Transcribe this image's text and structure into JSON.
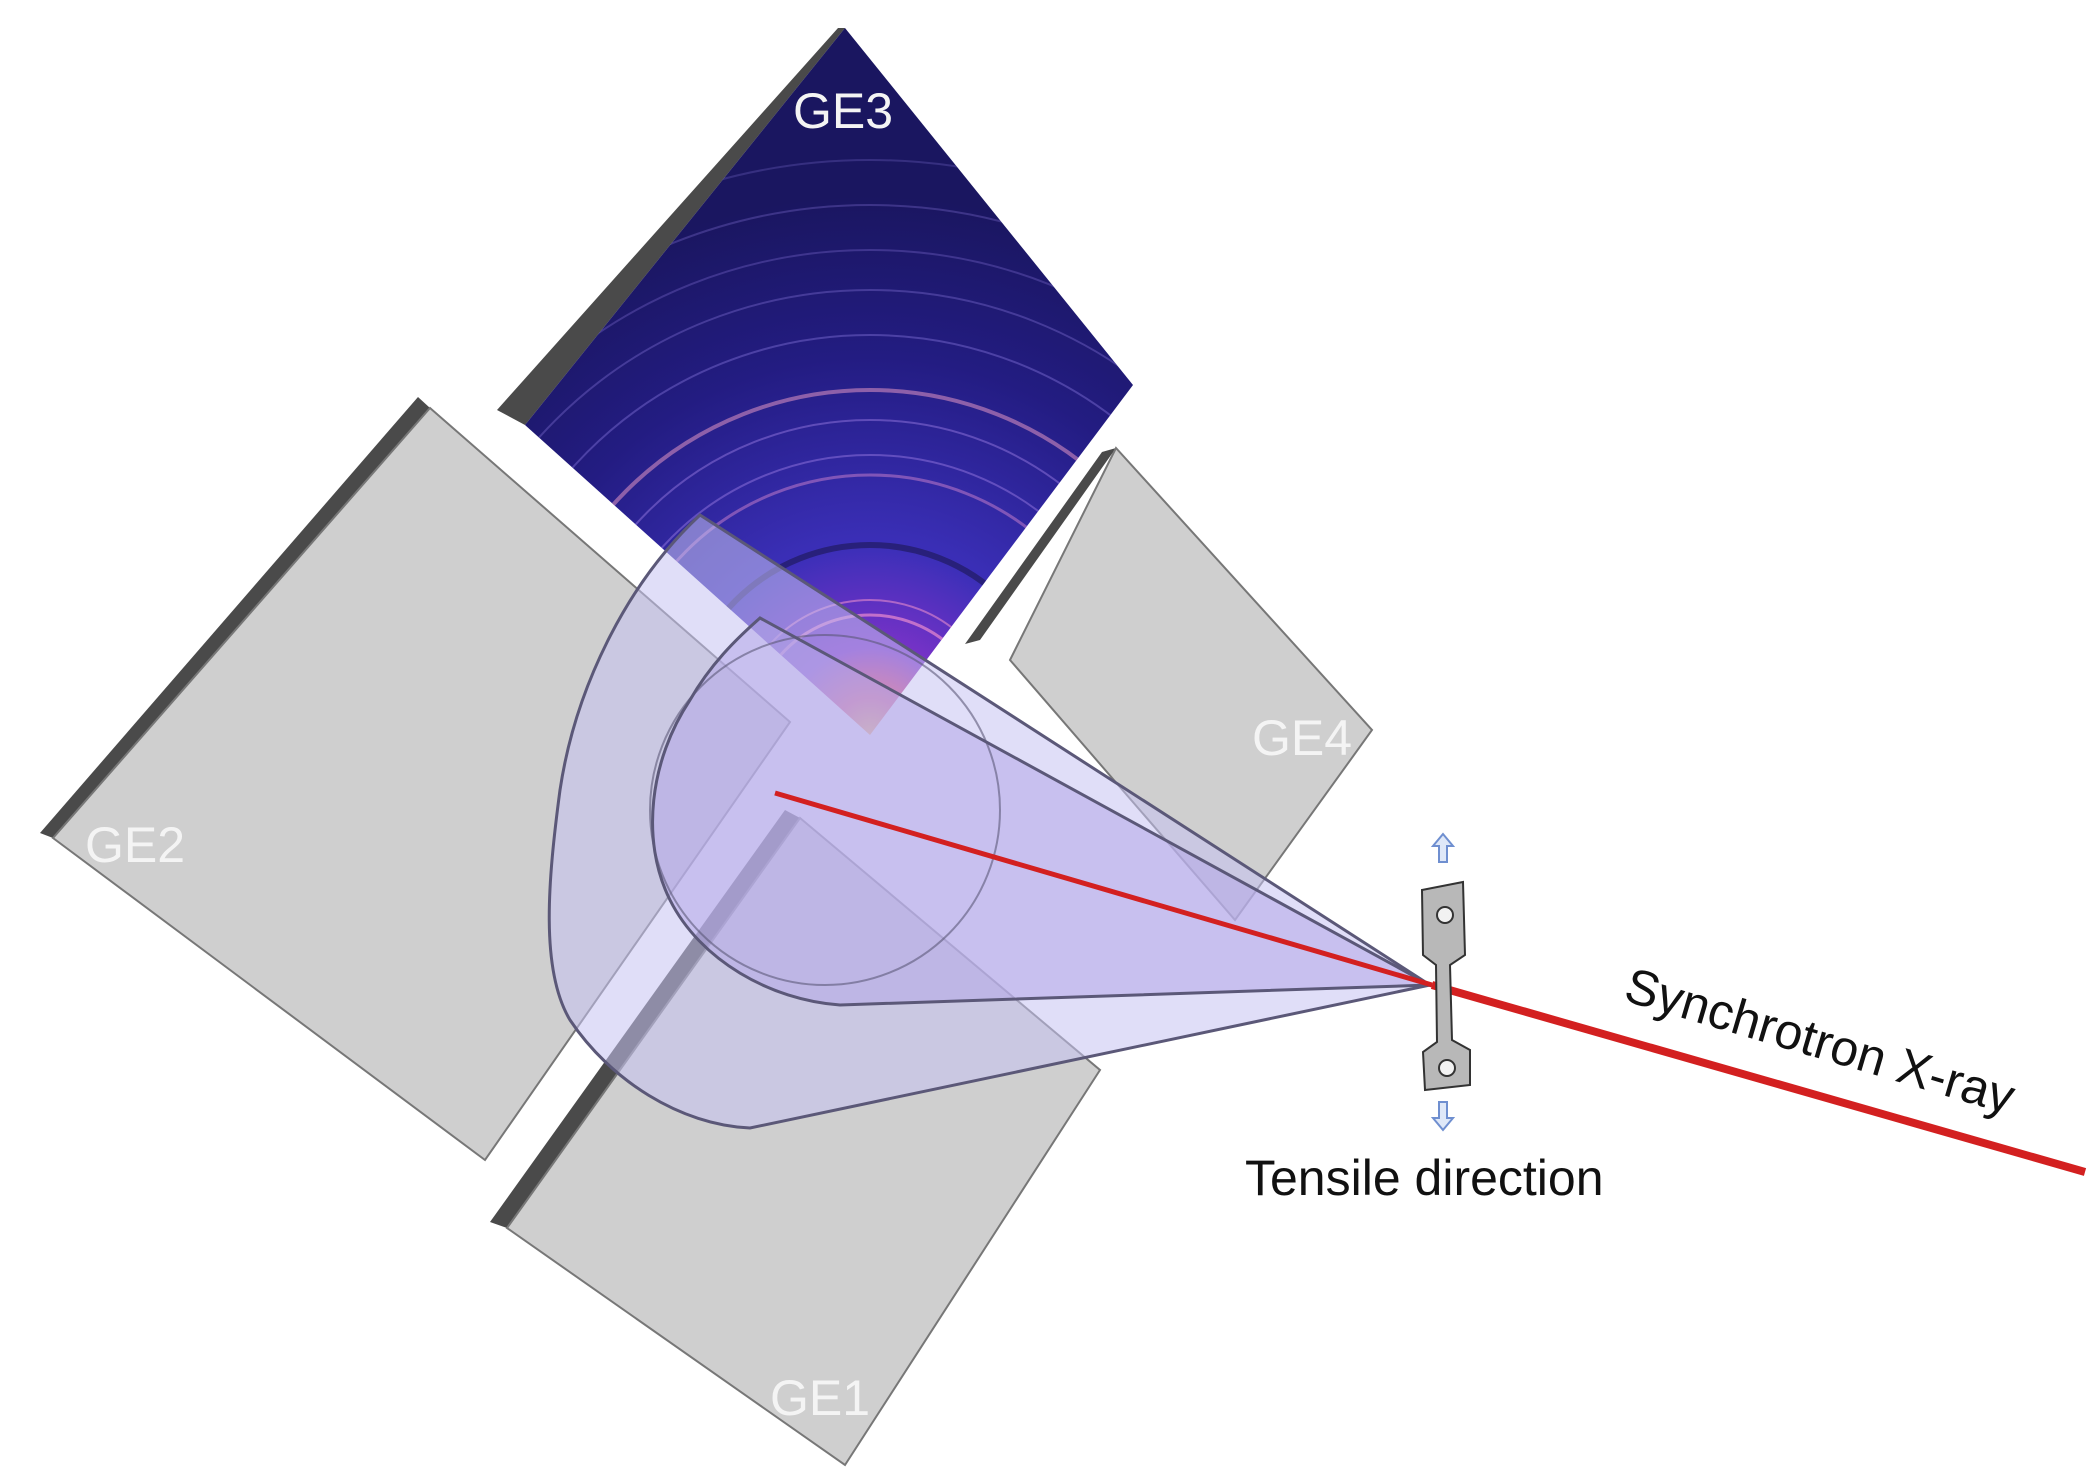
{
  "detectors": {
    "ge1": "GE1",
    "ge2": "GE2",
    "ge3": "GE3",
    "ge4": "GE4"
  },
  "labels": {
    "beam": "Synchrotron X-ray",
    "tensile": "Tensile direction"
  },
  "colors": {
    "panel": "#cfcfcf",
    "panel_edge": "#4a4a4a",
    "beam": "#d32020",
    "cone": "#b9b7ec",
    "pattern_bg": "#1d1a66",
    "arrow": "#6f8fd0"
  }
}
